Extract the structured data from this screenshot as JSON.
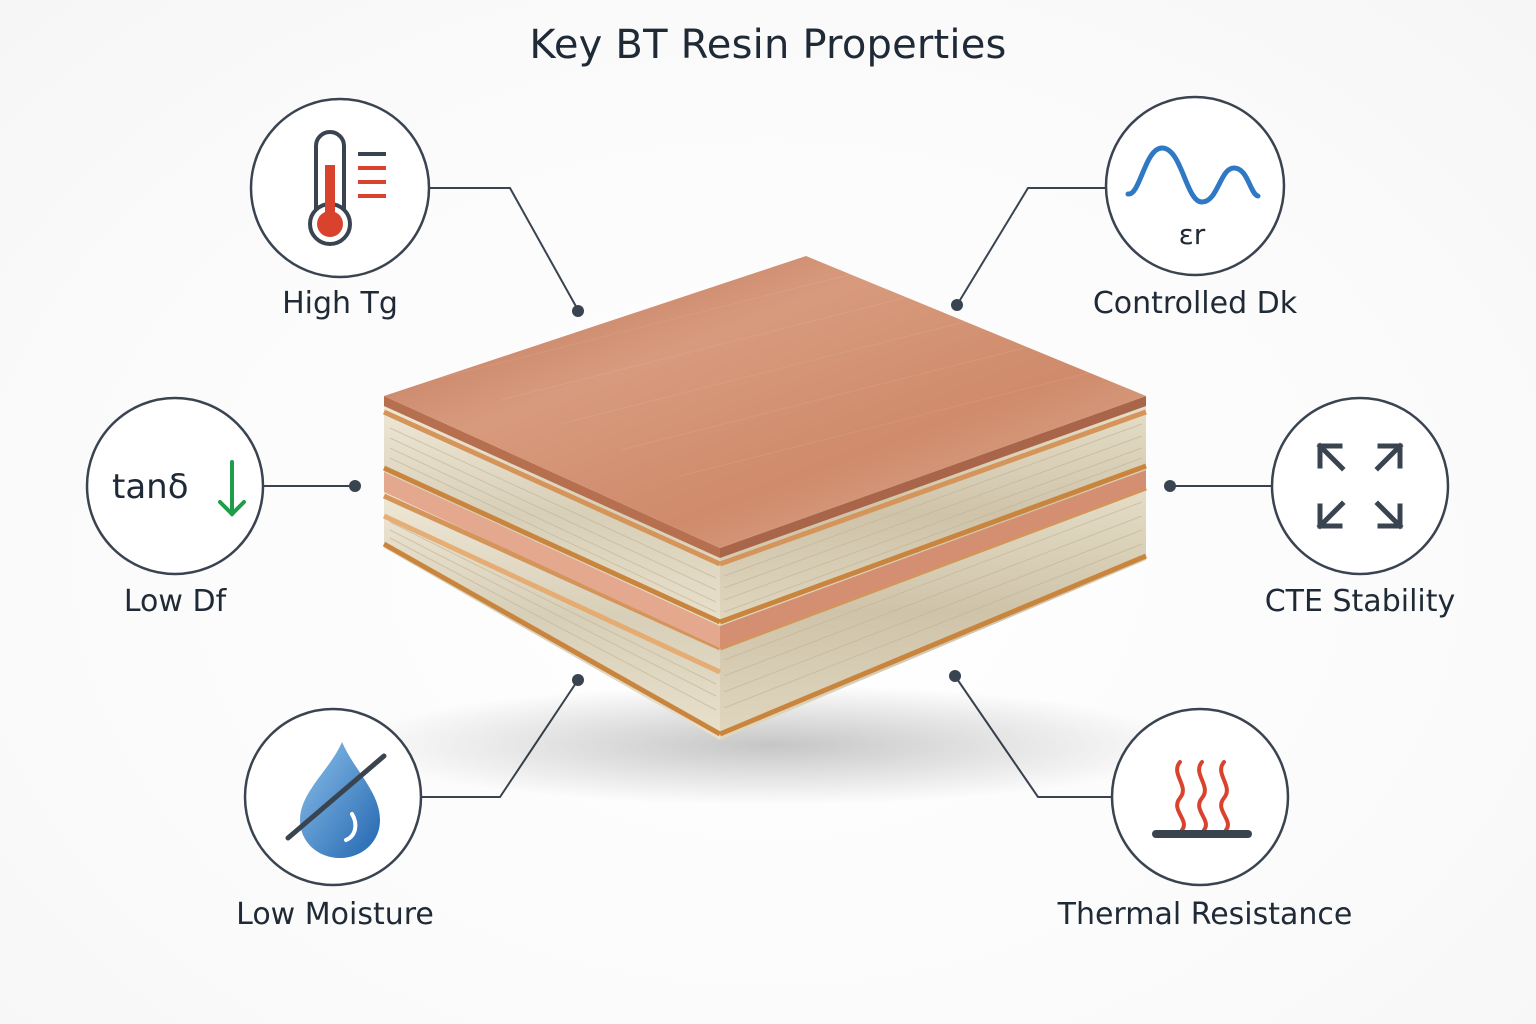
{
  "title": "Key BT Resin Properties",
  "properties": [
    {
      "label": "High Tg",
      "icon": "thermometer-icon"
    },
    {
      "label": "Controlled Dk",
      "icon": "sine-wave-icon",
      "symbol": "εr"
    },
    {
      "label": "Low Df",
      "icon": "tan-delta-icon",
      "symbol": "tanδ"
    },
    {
      "label": "CTE Stability",
      "icon": "expand-arrows-icon"
    },
    {
      "label": "Low Moisture",
      "icon": "no-water-drop-icon"
    },
    {
      "label": "Thermal Resistance",
      "icon": "heat-waves-icon"
    }
  ],
  "colors": {
    "text": "#1f2a36",
    "line": "#3a4450",
    "circle_stroke": "#3a4450",
    "thermo_red": "#d9432e",
    "wave_blue": "#2f78c4",
    "arrow_green": "#1e9e4a",
    "drop_blue": "#2f7fc8",
    "heat_red": "#d9432e",
    "copper": "#c98a6a",
    "laminate": "#e3dcc8",
    "prepreg": "#d79a4d"
  }
}
